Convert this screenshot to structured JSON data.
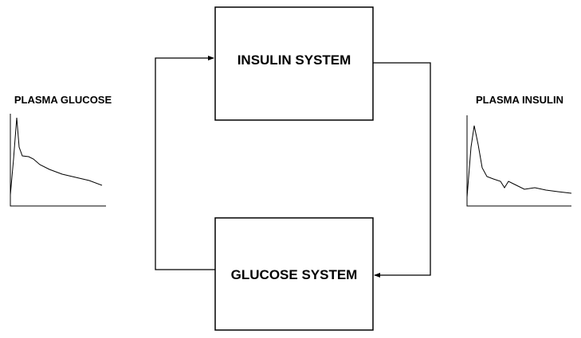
{
  "nodes": {
    "insulin_system": {
      "label": "INSULIN SYSTEM"
    },
    "glucose_system": {
      "label": "GLUCOSE SYSTEM"
    }
  },
  "plots": {
    "glucose": {
      "label": "PLASMA GLUCOSE"
    },
    "insulin": {
      "label": "PLASMA INSULIN"
    }
  }
}
